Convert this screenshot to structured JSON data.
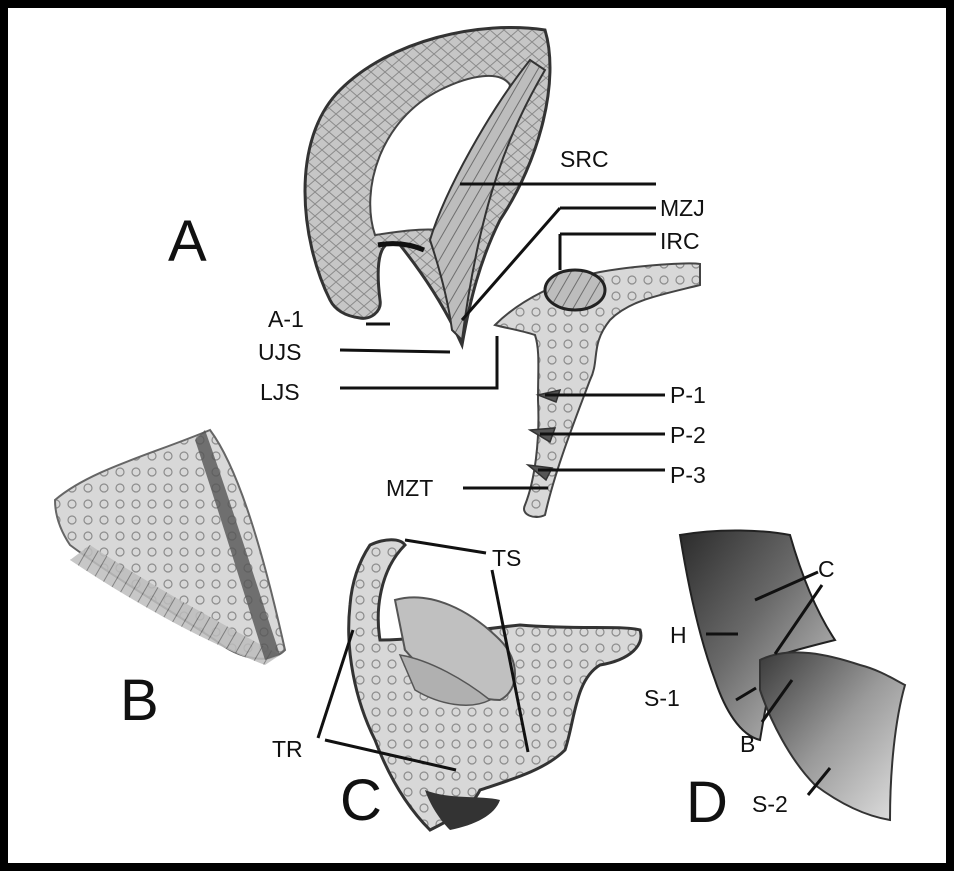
{
  "figure": {
    "panels": {
      "a": "A",
      "b": "B",
      "c": "C",
      "d": "D"
    },
    "labels": {
      "src": "SRC",
      "mzj": "MZJ",
      "irc": "IRC",
      "a1": "A-1",
      "ujs": "UJS",
      "ljs": "LJS",
      "p1": "P-1",
      "p2": "P-2",
      "p3": "P-3",
      "mzt": "MZT",
      "ts": "TS",
      "tr": "TR",
      "c": "C",
      "h": "H",
      "s1": "S-1",
      "b": "B",
      "s2": "S-2"
    }
  },
  "colors": {
    "frame": "#000000",
    "ink": "#111111",
    "tissue": "#b8b8b8",
    "tissue_dark": "#555555"
  }
}
